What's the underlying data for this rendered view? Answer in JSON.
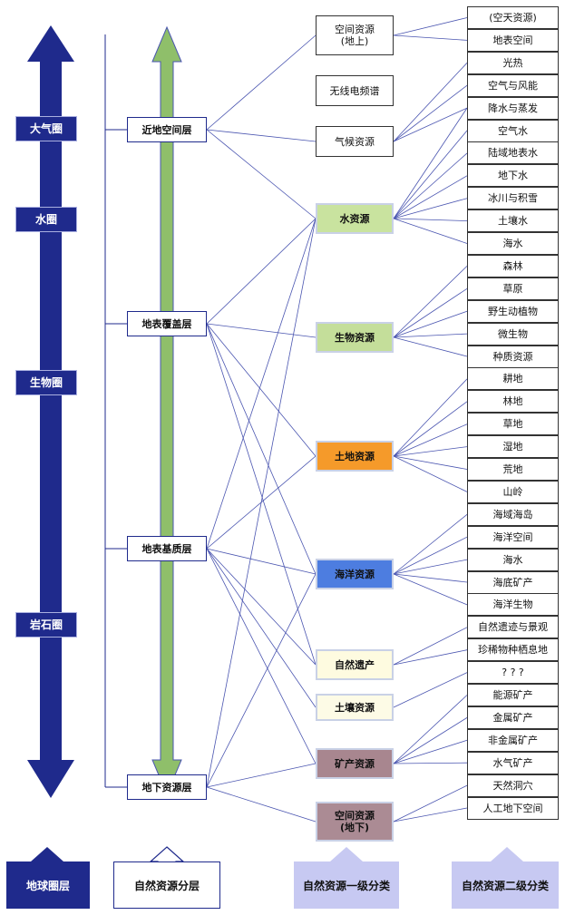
{
  "spheres": [
    "大气圈",
    "水圈",
    "生物圈",
    "岩石圈"
  ],
  "layers": [
    "近地空间层",
    "地表覆盖层",
    "地表基质层",
    "地下资源层"
  ],
  "level1": {
    "space_above": "空间资源\n(地上)",
    "radio": "无线电频谱",
    "climate": "气候资源",
    "water": "水资源",
    "bio": "生物资源",
    "land": "土地资源",
    "ocean": "海洋资源",
    "heritage": "自然遗产",
    "soil": "土壤资源",
    "mineral": "矿产资源",
    "space_below": "空间资源\n(地下)"
  },
  "level2": [
    "(空天资源)",
    "地表空间",
    "光热",
    "空气与风能",
    "降水与蒸发",
    "空气水",
    "陆域地表水",
    "地下水",
    "冰川与积雪",
    "土壤水",
    "海水",
    "森林",
    "草原",
    "野生动植物",
    "微生物",
    "种质资源",
    "耕地",
    "林地",
    "草地",
    "湿地",
    "荒地",
    "山岭",
    "海域海岛",
    "海洋空间",
    "海水",
    "海底矿产",
    "海洋生物",
    "自然遗迹与景观",
    "珍稀物种栖息地",
    "? ? ?",
    "能源矿产",
    "金属矿产",
    "非金属矿产",
    "水气矿产",
    "天然洞穴",
    "人工地下空间"
  ],
  "legend": [
    "地球圈层",
    "自然资源分层",
    "自然资源一级分类",
    "自然资源二级分类"
  ],
  "colors": {
    "navy": "#1f2a8c",
    "green": "#8fbf6a",
    "water_fill": "#c9e39f",
    "bio_fill": "#c4de9a",
    "land_fill": "#f59a2a",
    "ocean_fill": "#4d7de0",
    "heritage_fill": "#fefbe0",
    "soil_fill": "#fdfbe6",
    "mineral_fill": "#a8868f",
    "space_below_fill": "#ab8b94",
    "legend_fill": "#c7c9f2"
  }
}
